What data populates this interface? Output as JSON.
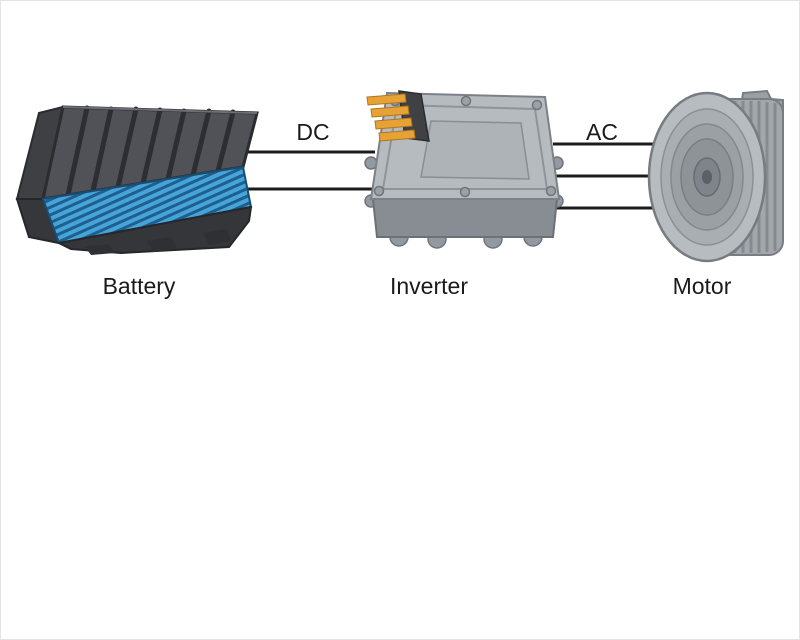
{
  "diagram": {
    "components": [
      {
        "id": "battery",
        "label": "Battery"
      },
      {
        "id": "inverter",
        "label": "Inverter"
      },
      {
        "id": "motor",
        "label": "Motor"
      }
    ],
    "connections": [
      {
        "from": "battery",
        "to": "inverter",
        "label": "DC",
        "wire_count": 2
      },
      {
        "from": "inverter",
        "to": "motor",
        "label": "AC",
        "wire_count": 3
      }
    ],
    "colors": {
      "background": "#ffffff",
      "wire": "#1c1c1c",
      "label_text": "#1a1a1a",
      "battery_case": "#4b4c50",
      "battery_cells_blue": "#46a4d9",
      "inverter_body": "#b6bbbf",
      "connector_orange": "#e6a235",
      "motor_body": "#a9aeb2"
    }
  }
}
